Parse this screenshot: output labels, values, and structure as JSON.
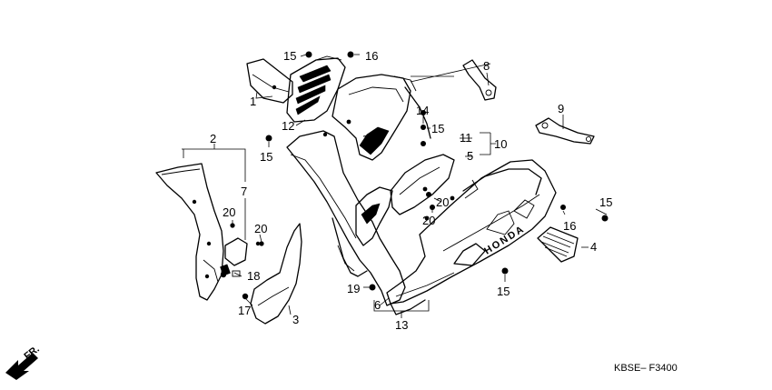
{
  "diagram": {
    "code": "KBSE– F3400",
    "direction_label": "FR.",
    "callouts": [
      "1",
      "2",
      "3",
      "4",
      "5",
      "6",
      "7",
      "8",
      "9",
      "10",
      "11",
      "12",
      "13",
      "14",
      "15",
      "15",
      "15",
      "15",
      "15",
      "16",
      "16",
      "17",
      "18",
      "19",
      "20",
      "20",
      "20",
      "20"
    ]
  },
  "colors": {
    "ink": "#000000",
    "paper": "#ffffff"
  }
}
